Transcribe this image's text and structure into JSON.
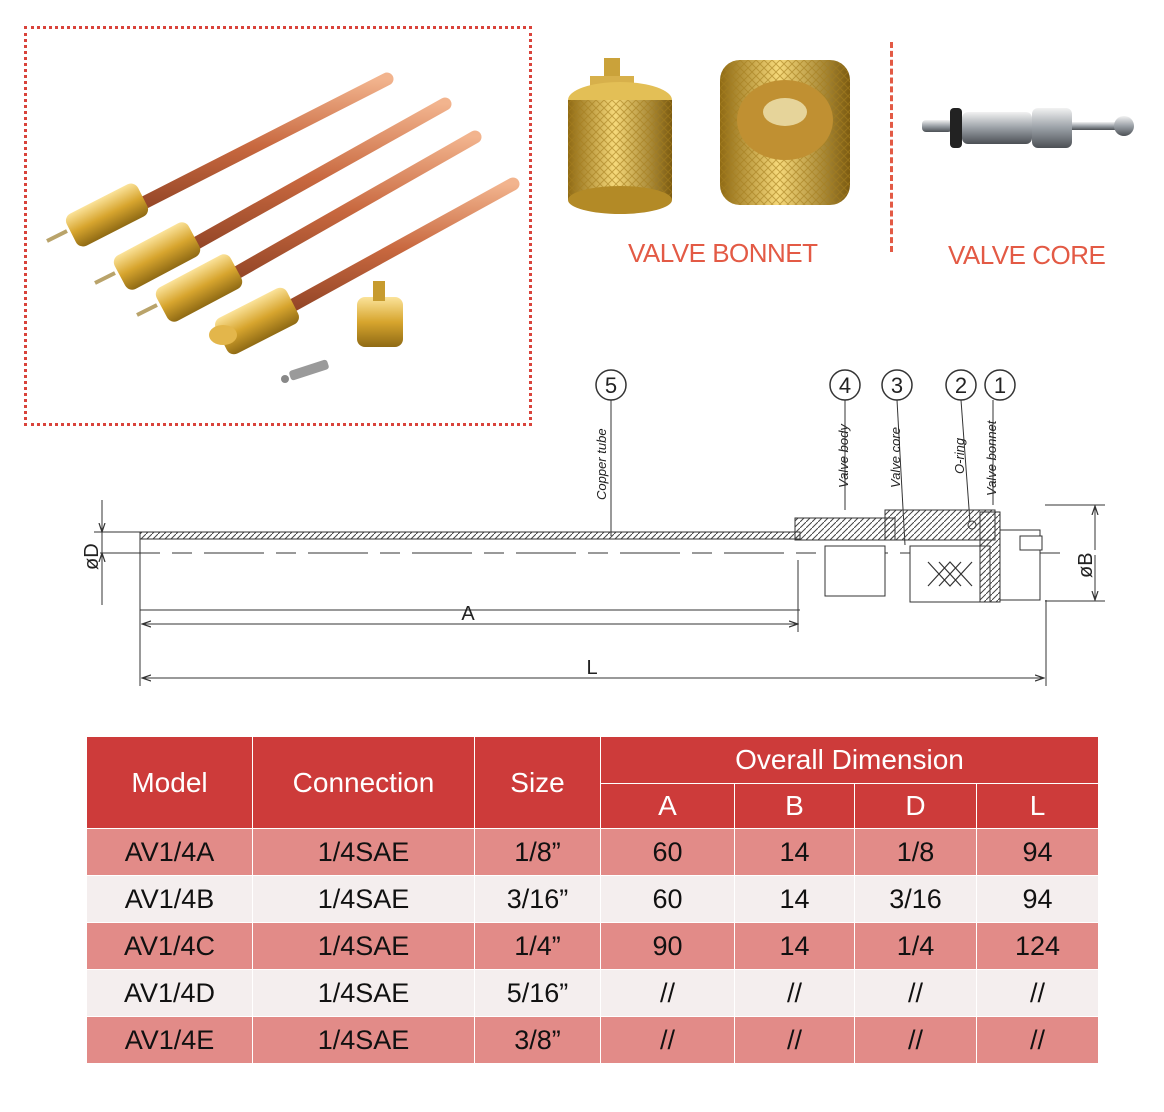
{
  "captions": {
    "bonnet": "VALVE BONNET",
    "core": "VALVE  CORE"
  },
  "drawing": {
    "callouts": [
      {
        "num": "5",
        "label": "Copper tube"
      },
      {
        "num": "4",
        "label": "Valve body"
      },
      {
        "num": "3",
        "label": "Valve core"
      },
      {
        "num": "2",
        "label": "O-ring"
      },
      {
        "num": "1",
        "label": "Valve bonnet"
      }
    ],
    "dim_labels": {
      "d": "øD",
      "b": "øB",
      "a": "A",
      "l": "L"
    }
  },
  "table": {
    "headers": {
      "model": "Model",
      "connection": "Connection",
      "size": "Size",
      "overall": "Overall Dimension",
      "a": "A",
      "b": "B",
      "d": "D",
      "l": "L"
    },
    "rows": [
      {
        "model": "AV1/4A",
        "connection": "1/4SAE",
        "size": "1/8”",
        "a": "60",
        "b": "14",
        "d": "1/8",
        "l": "94"
      },
      {
        "model": "AV1/4B",
        "connection": "1/4SAE",
        "size": "3/16”",
        "a": "60",
        "b": "14",
        "d": "3/16",
        "l": "94"
      },
      {
        "model": "AV1/4C",
        "connection": "1/4SAE",
        "size": "1/4”",
        "a": "90",
        "b": "14",
        "d": "1/4",
        "l": "124"
      },
      {
        "model": "AV1/4D",
        "connection": "1/4SAE",
        "size": "5/16”",
        "a": "//",
        "b": "//",
        "d": "//",
        "l": "//"
      },
      {
        "model": "AV1/4E",
        "connection": "1/4SAE",
        "size": "3/8”",
        "a": "//",
        "b": "//",
        "d": "//",
        "l": "//"
      }
    ]
  }
}
